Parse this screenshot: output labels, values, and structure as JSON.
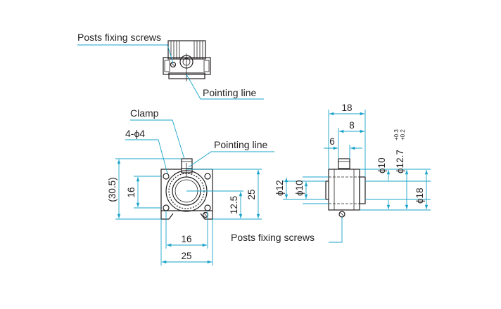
{
  "callouts": {
    "top_screws": "Posts fixing screws",
    "top_pointing": "Pointing line",
    "clamp": "Clamp",
    "holes": "4-ϕ4",
    "front_pointing": "Pointing line",
    "side_screws": "Posts fixing screws"
  },
  "front_view": {
    "height_total": "(30.5)",
    "height_inner": "16",
    "center_height": "12.5",
    "height": "25",
    "width_inner": "16",
    "width": "25"
  },
  "side_view": {
    "length": "18",
    "length_8": "8",
    "length_6": "6",
    "diam_10_left": "ϕ10",
    "diam_12": "ϕ12",
    "diam_10_right": "ϕ10",
    "diam_12_7": "ϕ12.7",
    "tol_upper": "+0.3",
    "tol_lower": "+0.2",
    "diam_18": "ϕ18"
  },
  "colors": {
    "line": "#231f20",
    "dimension": "#1aa3c9"
  }
}
